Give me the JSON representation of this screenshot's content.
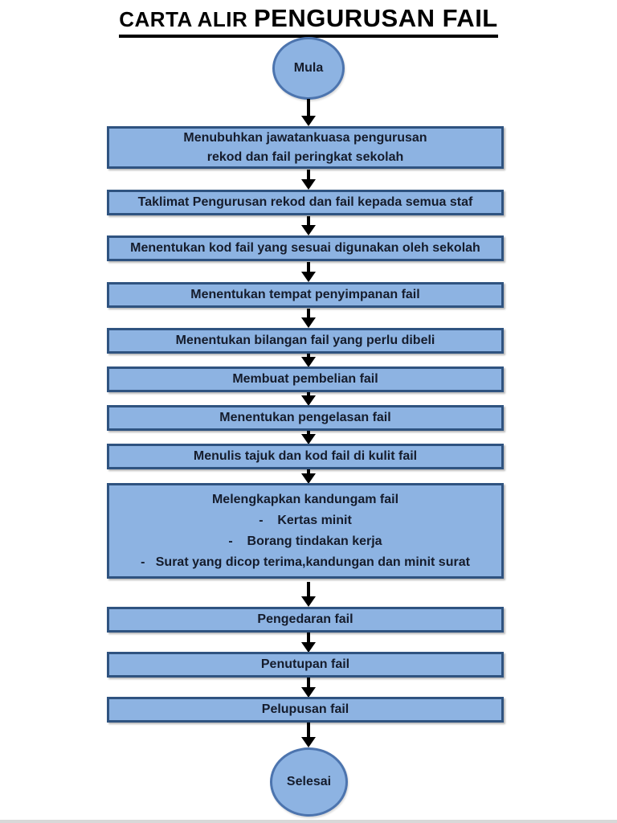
{
  "title": {
    "prefix": "CARTA ALIR",
    "main": "PENGURUSAN FAIL"
  },
  "nodes": {
    "start_label": "Mula",
    "end_label": "Selesai"
  },
  "steps": [
    {
      "label": "Menubuhkan jawatankuasa pengurusan\nrekod dan fail peringkat sekolah"
    },
    {
      "label": "Taklimat Pengurusan rekod dan fail kepada semua staf"
    },
    {
      "label": "Menentukan kod fail yang sesuai digunakan oleh sekolah"
    },
    {
      "label": "Menentukan tempat penyimpanan fail"
    },
    {
      "label": "Menentukan bilangan fail yang perlu dibeli"
    },
    {
      "label": "Membuat pembelian fail"
    },
    {
      "label": "Menentukan pengelasan fail"
    },
    {
      "label": "Menulis tajuk dan kod fail di kulit fail"
    },
    {
      "label": "Melengkapkan kandungam fail",
      "lines": [
        "-    Kertas minit",
        "-    Borang tindakan kerja",
        "-   Surat yang dicop terima,kandungan dan minit surat"
      ]
    },
    {
      "label": "Pengedaran fail"
    },
    {
      "label": "Penutupan fail"
    },
    {
      "label": "Pelupusan fail"
    }
  ],
  "colors": {
    "shape_fill": "#8DB3E2",
    "box_border": "#2F5380",
    "terminal_border": "#4C74AE",
    "arrow": "#000000",
    "text": "#151C2C",
    "title_text": "#000000"
  }
}
